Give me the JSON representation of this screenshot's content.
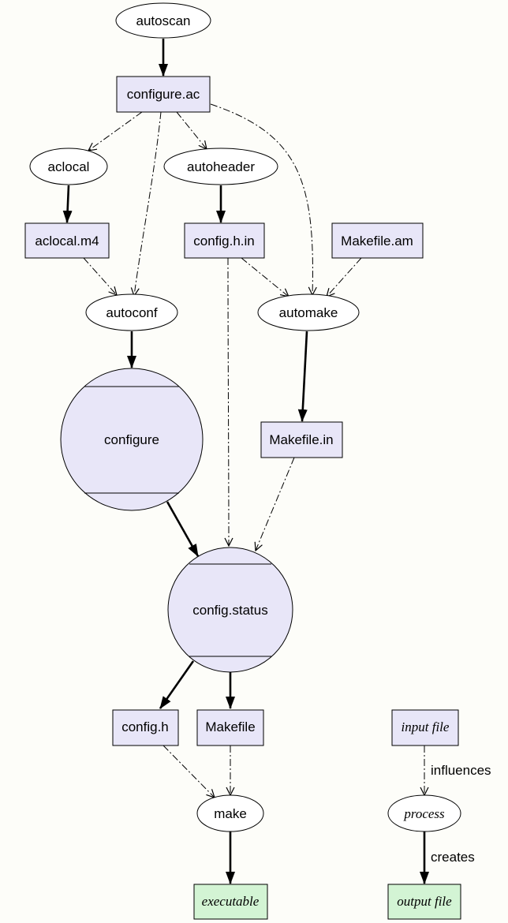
{
  "colors": {
    "background": "#fdfdf9",
    "file_fill": "#e8e6f8",
    "output_fill": "#d3f4d4",
    "process_fill": "#ffffff",
    "script_fill": "#e8e6f8",
    "stroke": "#000000"
  },
  "nodes": {
    "autoscan": "autoscan",
    "configure_ac": "configure.ac",
    "aclocal": "aclocal",
    "autoheader": "autoheader",
    "aclocal_m4": "aclocal.m4",
    "config_h_in": "config.h.in",
    "makefile_am": "Makefile.am",
    "autoconf": "autoconf",
    "automake": "automake",
    "configure": "configure",
    "makefile_in": "Makefile.in",
    "config_status": "config.status",
    "config_h": "config.h",
    "makefile": "Makefile",
    "make": "make",
    "executable": "executable"
  },
  "legend": {
    "input_file": "input file",
    "process": "process",
    "output_file": "output file",
    "influences": "influences",
    "creates": "creates"
  },
  "edges": [
    {
      "from": "autoscan",
      "to": "configure.ac",
      "kind": "creates"
    },
    {
      "from": "configure.ac",
      "to": "aclocal",
      "kind": "influences"
    },
    {
      "from": "configure.ac",
      "to": "autoheader",
      "kind": "influences"
    },
    {
      "from": "configure.ac",
      "to": "autoconf",
      "kind": "influences"
    },
    {
      "from": "configure.ac",
      "to": "automake",
      "kind": "influences"
    },
    {
      "from": "aclocal",
      "to": "aclocal.m4",
      "kind": "creates"
    },
    {
      "from": "autoheader",
      "to": "config.h.in",
      "kind": "creates"
    },
    {
      "from": "aclocal.m4",
      "to": "autoconf",
      "kind": "influences"
    },
    {
      "from": "config.h.in",
      "to": "automake",
      "kind": "influences"
    },
    {
      "from": "Makefile.am",
      "to": "automake",
      "kind": "influences"
    },
    {
      "from": "config.h.in",
      "to": "config.status",
      "kind": "influences"
    },
    {
      "from": "autoconf",
      "to": "configure",
      "kind": "creates"
    },
    {
      "from": "automake",
      "to": "Makefile.in",
      "kind": "creates"
    },
    {
      "from": "configure",
      "to": "config.status",
      "kind": "creates"
    },
    {
      "from": "Makefile.in",
      "to": "config.status",
      "kind": "influences"
    },
    {
      "from": "config.status",
      "to": "config.h",
      "kind": "creates"
    },
    {
      "from": "config.status",
      "to": "Makefile",
      "kind": "creates"
    },
    {
      "from": "config.h",
      "to": "make",
      "kind": "influences"
    },
    {
      "from": "Makefile",
      "to": "make",
      "kind": "influences"
    },
    {
      "from": "make",
      "to": "executable",
      "kind": "creates"
    }
  ]
}
